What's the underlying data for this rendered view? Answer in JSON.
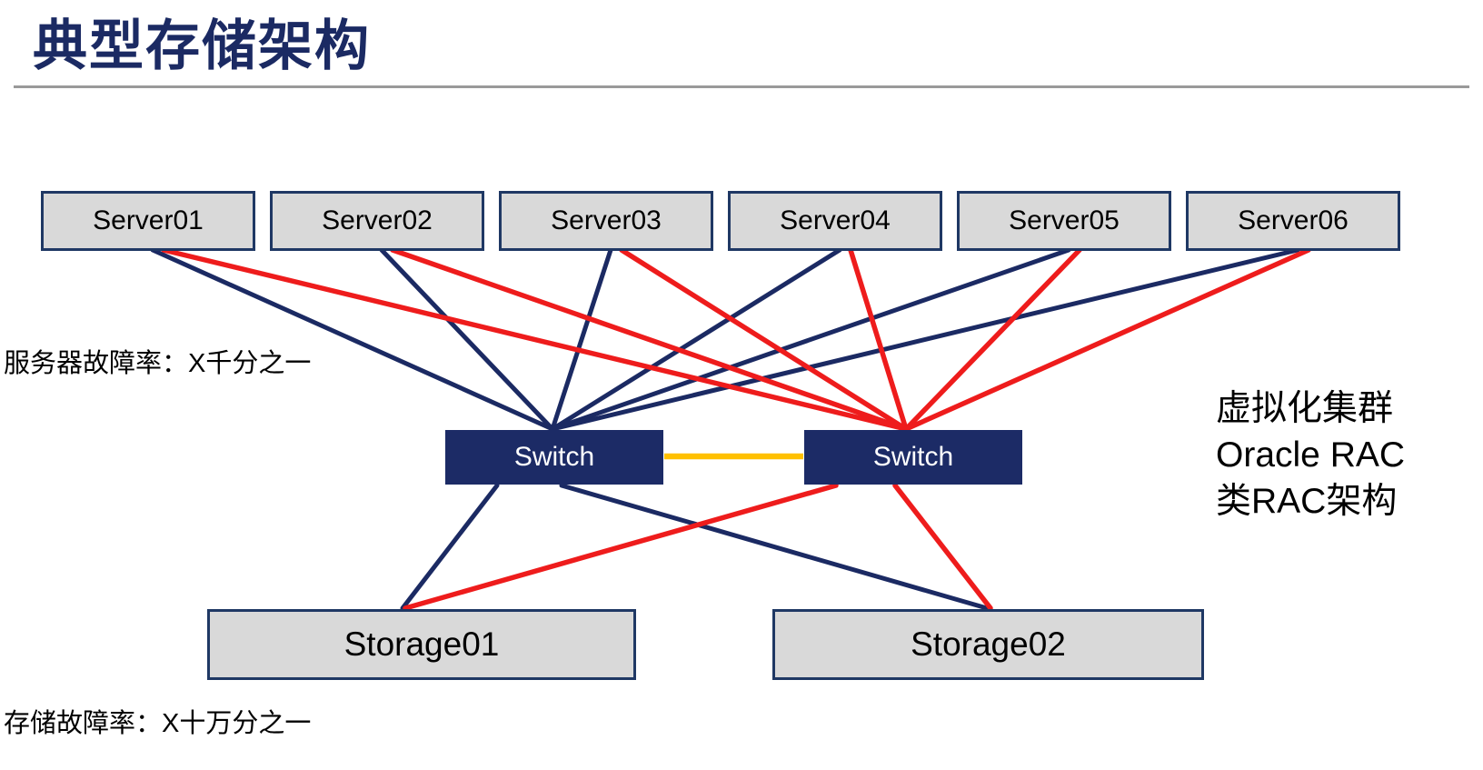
{
  "page": {
    "title": "典型存储架构"
  },
  "colors": {
    "navy": "#1b2a63",
    "red": "#ee1c1c",
    "yellow": "#ffc000",
    "box_fill": "#d9d9d9",
    "box_border": "#1f3864",
    "switch_fill": "#1c2b66",
    "divider_gray": "#9a9a9a"
  },
  "diagram": {
    "servers": [
      {
        "id": "server01",
        "label": "Server01"
      },
      {
        "id": "server02",
        "label": "Server02"
      },
      {
        "id": "server03",
        "label": "Server03"
      },
      {
        "id": "server04",
        "label": "Server04"
      },
      {
        "id": "server05",
        "label": "Server05"
      },
      {
        "id": "server06",
        "label": "Server06"
      }
    ],
    "switches": [
      {
        "id": "switch-a",
        "label": "Switch"
      },
      {
        "id": "switch-b",
        "label": "Switch"
      }
    ],
    "storages": [
      {
        "id": "storage01",
        "label": "Storage01"
      },
      {
        "id": "storage02",
        "label": "Storage02"
      }
    ],
    "edges": [
      {
        "from": "server01",
        "to": "switch-a",
        "color": "navy"
      },
      {
        "from": "server02",
        "to": "switch-a",
        "color": "navy"
      },
      {
        "from": "server03",
        "to": "switch-a",
        "color": "navy"
      },
      {
        "from": "server04",
        "to": "switch-a",
        "color": "navy"
      },
      {
        "from": "server05",
        "to": "switch-a",
        "color": "navy"
      },
      {
        "from": "server06",
        "to": "switch-a",
        "color": "navy"
      },
      {
        "from": "switch-a",
        "to": "storage01",
        "color": "navy"
      },
      {
        "from": "switch-a",
        "to": "storage02",
        "color": "navy"
      },
      {
        "from": "switch-a",
        "to": "switch-b",
        "color": "yellow"
      },
      {
        "from": "server01",
        "to": "switch-b",
        "color": "red"
      },
      {
        "from": "server02",
        "to": "switch-b",
        "color": "red"
      },
      {
        "from": "server03",
        "to": "switch-b",
        "color": "red"
      },
      {
        "from": "server04",
        "to": "switch-b",
        "color": "red"
      },
      {
        "from": "server05",
        "to": "switch-b",
        "color": "red"
      },
      {
        "from": "server06",
        "to": "switch-b",
        "color": "red"
      },
      {
        "from": "switch-b",
        "to": "storage01",
        "color": "red"
      },
      {
        "from": "switch-b",
        "to": "storage02",
        "color": "red"
      }
    ],
    "annotations": {
      "server_failure_rate": "服务器故障率：X千分之一",
      "storage_failure_rate": "存储故障率：X十万分之一",
      "side_note_lines": [
        "虚拟化集群",
        "Oracle RAC",
        "类RAC架构"
      ]
    }
  }
}
